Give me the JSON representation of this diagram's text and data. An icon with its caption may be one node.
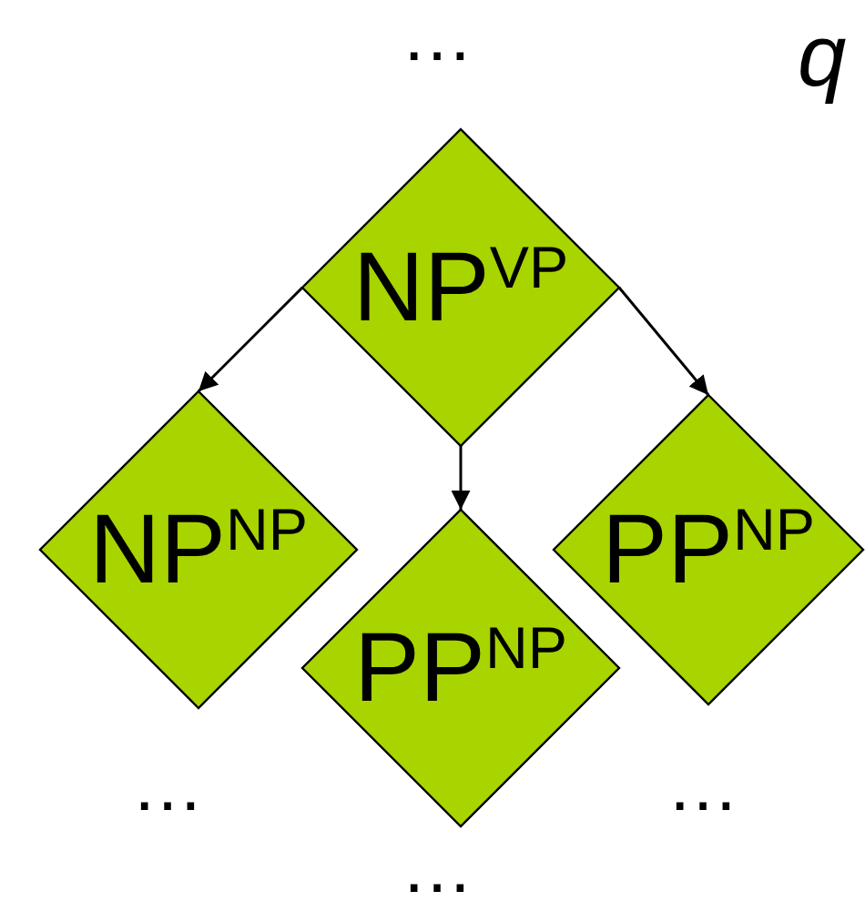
{
  "diagram": {
    "nodes": [
      {
        "text": [
          "NP$^{VP}$"
        ]
      },
      {
        "text": [
          "NP$^{NP}$"
        ]
      },
      {
        "text": [
          "PP$^{NP}$"
        ]
      },
      {
        "text": [
          "PP$^{NP}$"
        ]
      }
    ],
    "edges": [
      {
        "from": 0,
        "to": 1,
        "arrow": "to"
      },
      {
        "from": 0,
        "to": 2,
        "arrow": "to"
      },
      {
        "from": 0,
        "to": 3,
        "arrow": "to"
      }
    ],
    "labels": [
      "…",
      "q",
      "…",
      "…",
      "…"
    ]
  }
}
